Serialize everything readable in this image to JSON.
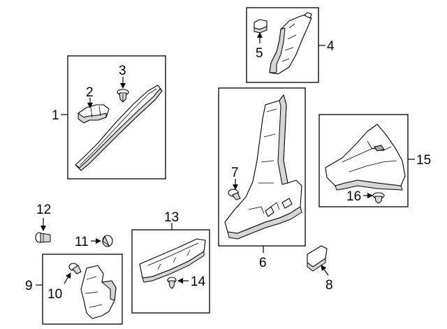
{
  "callouts": {
    "c1": "1",
    "c2": "2",
    "c3": "3",
    "c4": "4",
    "c5": "5",
    "c6": "6",
    "c7": "7",
    "c8": "8",
    "c9": "9",
    "c10": "10",
    "c11": "11",
    "c12": "12",
    "c13": "13",
    "c14": "14",
    "c15": "15",
    "c16": "16"
  },
  "parts": [
    {
      "callout": "1",
      "icon": "roof-side-rail-trim"
    },
    {
      "callout": "2",
      "icon": "clip"
    },
    {
      "callout": "3",
      "icon": "push-pin-fastener"
    },
    {
      "callout": "4",
      "icon": "upper-pillar-trim"
    },
    {
      "callout": "5",
      "icon": "clip"
    },
    {
      "callout": "6",
      "icon": "center-pillar-trim"
    },
    {
      "callout": "7",
      "icon": "push-pin-fastener"
    },
    {
      "callout": "8",
      "icon": "cover-cap"
    },
    {
      "callout": "9",
      "icon": "lower-quarter-trim"
    },
    {
      "callout": "10",
      "icon": "push-pin-fastener"
    },
    {
      "callout": "11",
      "icon": "plug"
    },
    {
      "callout": "12",
      "icon": "push-pin-fastener"
    },
    {
      "callout": "13",
      "icon": "scuff-plate"
    },
    {
      "callout": "14",
      "icon": "push-pin-fastener"
    },
    {
      "callout": "15",
      "icon": "rear-scuff-plate"
    },
    {
      "callout": "16",
      "icon": "push-pin-fastener"
    }
  ],
  "colors": {
    "line": "#000000",
    "shade": "#d6d6d6",
    "background": "#ffffff"
  }
}
